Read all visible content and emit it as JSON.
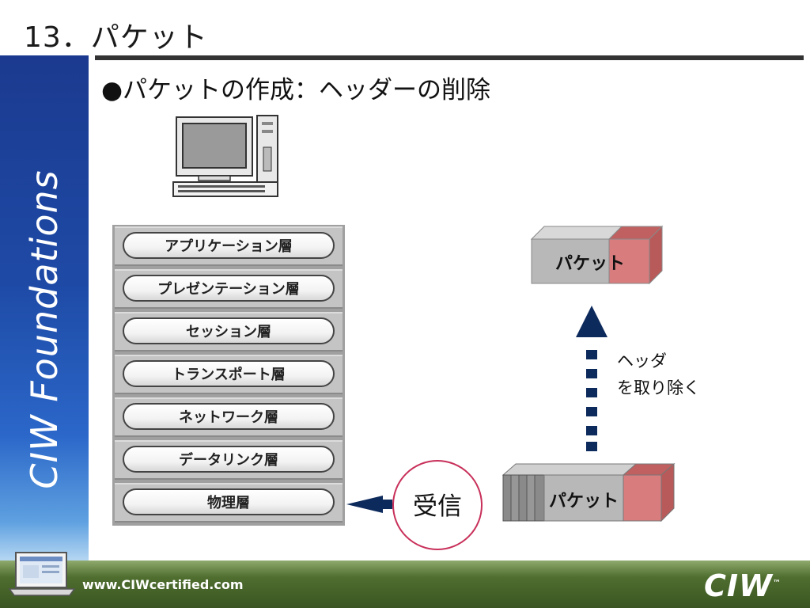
{
  "slide": {
    "title": "13．パケット",
    "subtitle": "●パケットの作成：ヘッダーの削除",
    "sidebar_brand": "CIW Foundations"
  },
  "osi_layers": [
    "アプリケーション層",
    "プレゼンテーション層",
    "セッション層",
    "トランスポート層",
    "ネットワーク層",
    "データリンク層",
    "物理層"
  ],
  "diagram": {
    "receive_label": "受信",
    "packet_top_label": "パケット",
    "packet_bottom_label": "パケット",
    "step_label_line1": "ヘッダ",
    "step_label_line2": "を取り除く"
  },
  "footer": {
    "url": "www.CIWcertified.com",
    "logo": "CIW",
    "logo_tm": "™"
  },
  "colors": {
    "accent_blue": "#1b3a8f",
    "packet_gray": "#b4b4b4",
    "header_red": "#d8787a",
    "arrow_navy": "#0d2a5c",
    "receive_border": "#c8305a"
  }
}
